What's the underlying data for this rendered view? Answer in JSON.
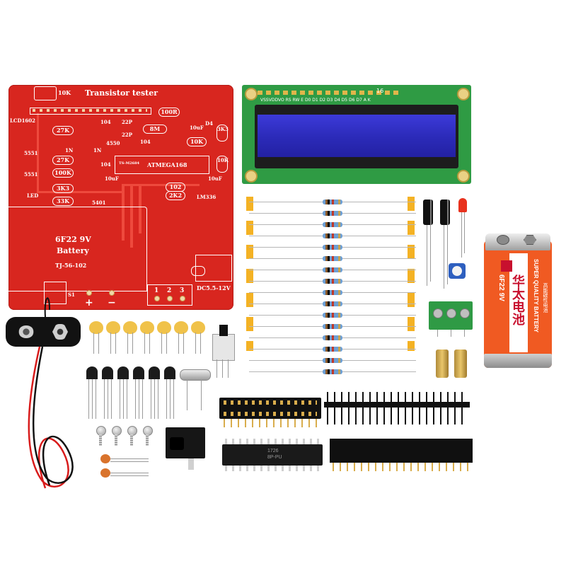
{
  "pcb": {
    "title": "Transistor  tester",
    "pot_label": "10K",
    "lcd_label": "LCD1602",
    "labels_boxed": [
      "100R",
      "27K",
      "27K",
      "100K",
      "3K3",
      "33K",
      "8M",
      "10K",
      "10K",
      "3K3",
      "2K2",
      "102"
    ],
    "labels_plain": [
      "104",
      "22P",
      "22P",
      "104",
      "104",
      "1N",
      "1N",
      "5551",
      "5551",
      "5401",
      "LED",
      "LM336",
      "D4",
      "10uF",
      "10uF",
      "10uF",
      "4550",
      "TS-M2684",
      "S1"
    ],
    "mcu_label": "ATMEGA168",
    "battery_type": "6F22  9V",
    "battery_word": "Battery",
    "model": "TJ-56-102",
    "voltage": "DC5.5-12V",
    "terminals": [
      "1",
      "2",
      "3"
    ],
    "polarity_plus": "+",
    "polarity_minus": "−"
  },
  "lcd": {
    "pin_labels": "VSSVDDVO RS RW E  D0 D1 D2 D3 D4 D5 D6 D7  A  K",
    "pin_count": "16"
  },
  "battery": {
    "brand_cn": "华太电池",
    "capacity": "6F22 9V",
    "tagline": "SUPER QUALITY BATTERY",
    "sub_cn": "高能碳性电池"
  },
  "mcu_chip": {
    "marking_1": "1726",
    "marking_2": "8P-PU"
  },
  "colors": {
    "pcb_red": "#d8261f",
    "lcd_green": "#2f9b44",
    "lcd_screen": "#2b2ab8",
    "terminal_green": "#2f9a45",
    "battery_orange": "#f05a22",
    "battery_red": "#c8102e"
  }
}
